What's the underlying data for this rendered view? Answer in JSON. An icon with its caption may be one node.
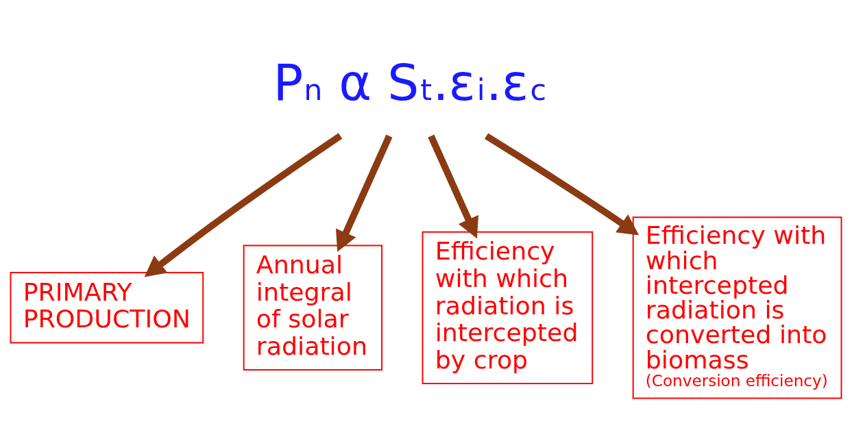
{
  "diagram": {
    "nodes": [
      {
        "text": [
          "P$_{n}$ α S$_{t}$.ε$_{i}$.ε$_{c}$"
        ]
      },
      {
        "text": [
          "PRIMARY PRODUCTION"
        ]
      },
      {
        "text": [
          "Annual integral of solar radiation"
        ]
      },
      {
        "text": [
          "Efficiency with which radiation is intercepted by crop"
        ]
      },
      {
        "text": [
          "Efficiency with which intercepted radiation is converted into biomass",
          "(Conversion efficiency)"
        ]
      }
    ],
    "edges": [
      {
        "from": 0,
        "to": 1,
        "arrow": "to"
      },
      {
        "from": 0,
        "to": 2,
        "arrow": "to"
      },
      {
        "from": 0,
        "to": 3,
        "arrow": "to"
      },
      {
        "from": 0,
        "to": 4,
        "arrow": "to"
      }
    ]
  }
}
